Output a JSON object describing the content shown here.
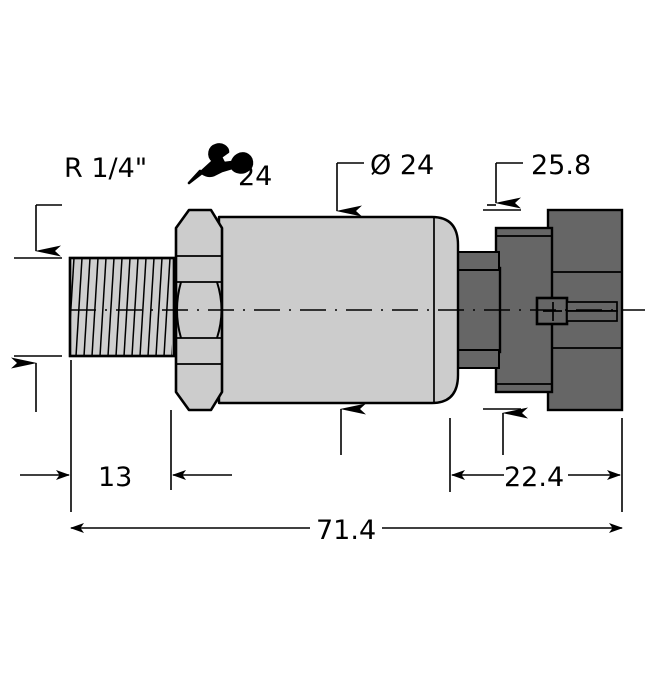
{
  "drawing": {
    "title": "Pressure sensor dimensional drawing",
    "background_color": "#ffffff",
    "line_color": "#000000",
    "body_fill": "#cccccc",
    "connector_fill": "#666666",
    "thread_fill": "#cfcfcf"
  },
  "dimensions": {
    "thread_size": "R 1/4\"",
    "wrench_size": "24",
    "body_diameter": "Ø 24",
    "connector_width": "25.8",
    "thread_length": "13",
    "connector_length": "22.4",
    "total_length": "71.4"
  },
  "annotations": [
    {
      "name": "thread-spec",
      "label": "R 1/4\"",
      "kind": "leader-note"
    },
    {
      "name": "wrench-spec",
      "label": "24",
      "kind": "wrench-symbol"
    },
    {
      "name": "body-diameter",
      "label": "Ø 24",
      "kind": "leader-note"
    },
    {
      "name": "connector-width",
      "label": "25.8",
      "kind": "leader-note"
    },
    {
      "name": "thread-length",
      "label": "13",
      "kind": "linear-dimension"
    },
    {
      "name": "connector-length",
      "label": "22.4",
      "kind": "linear-dimension"
    },
    {
      "name": "total-length",
      "label": "71.4",
      "kind": "linear-dimension"
    }
  ],
  "icons": {
    "wrench": "wrench-icon",
    "diameter_symbol": "Ø"
  }
}
